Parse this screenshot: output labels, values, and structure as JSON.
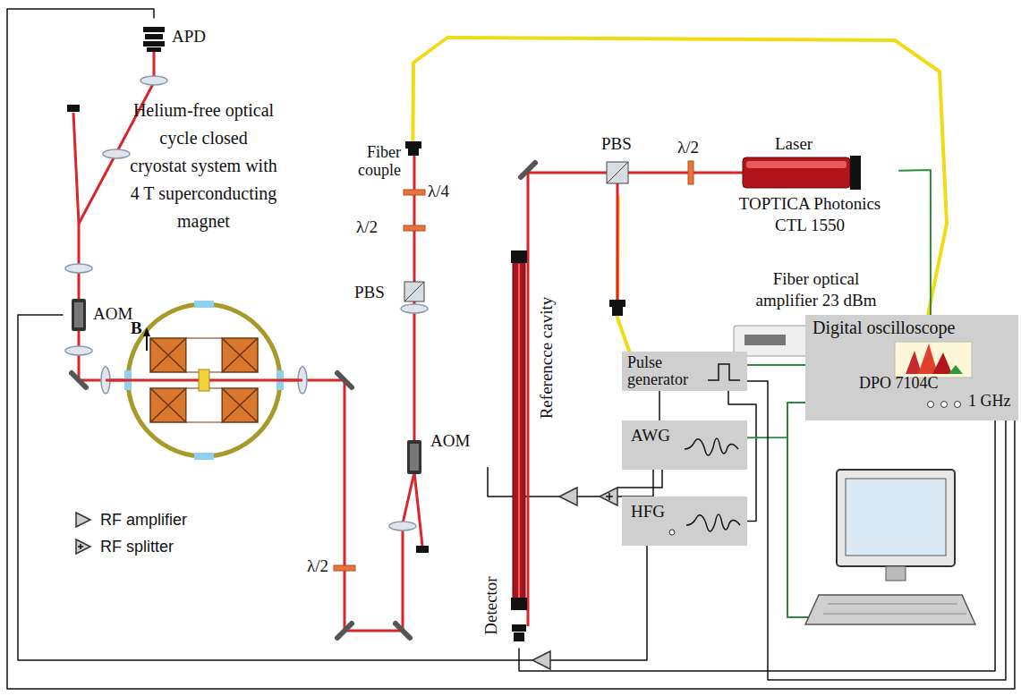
{
  "diagram": {
    "nodes": [
      {
        "text": [
          "APD"
        ]
      },
      {
        "text": [
          "AOM"
        ]
      },
      {
        "text": [
          "Helium-free optical cycle closed cryostat system with 4 T superconducting magnet"
        ]
      },
      {
        "text": [
          "Fiber couple"
        ]
      },
      {
        "text": [
          "PBS"
        ]
      },
      {
        "text": [
          "AOM"
        ]
      },
      {
        "text": [
          "Referencce cavity"
        ]
      },
      {
        "text": [
          "Detector"
        ]
      },
      {
        "text": [
          "PBS"
        ]
      },
      {
        "text": [
          "Laser",
          "TOPTICA Photonics CTL 1550"
        ]
      },
      {
        "text": [
          "Fiber optical amplifier 23 dBm"
        ]
      },
      {
        "text": [
          "Pulse generator"
        ]
      },
      {
        "text": [
          "AWG"
        ]
      },
      {
        "text": [
          "HFG"
        ]
      },
      {
        "text": [
          "Digital oscilloscope",
          "DPO 7104C",
          "1 GHz"
        ]
      }
    ],
    "edges": [
      {
        "from": 10,
        "to": 3,
        "arrow": "none"
      },
      {
        "from": 8,
        "to": 10,
        "arrow": "none"
      },
      {
        "from": 12,
        "to": 5,
        "arrow": "none"
      },
      {
        "from": 13,
        "to": 1,
        "arrow": "none"
      },
      {
        "from": 11,
        "to": 12,
        "arrow": "none"
      },
      {
        "from": 11,
        "to": 13,
        "arrow": "none"
      },
      {
        "from": 11,
        "to": 14,
        "arrow": "none"
      },
      {
        "from": 12,
        "to": 14,
        "arrow": "none"
      },
      {
        "from": 11,
        "to": 14,
        "arrow": "none"
      },
      {
        "from": 7,
        "to": 14,
        "arrow": "none"
      },
      {
        "from": 0,
        "to": 14,
        "arrow": "none"
      },
      {
        "from": 9,
        "to": 14,
        "arrow": "none"
      }
    ],
    "labels": [
      "λ/2",
      "λ/4",
      "λ/2",
      "λ/2",
      "B"
    ],
    "legend": [
      {
        "text": "RF amplifier"
      },
      {
        "text": "RF splitter"
      }
    ]
  }
}
